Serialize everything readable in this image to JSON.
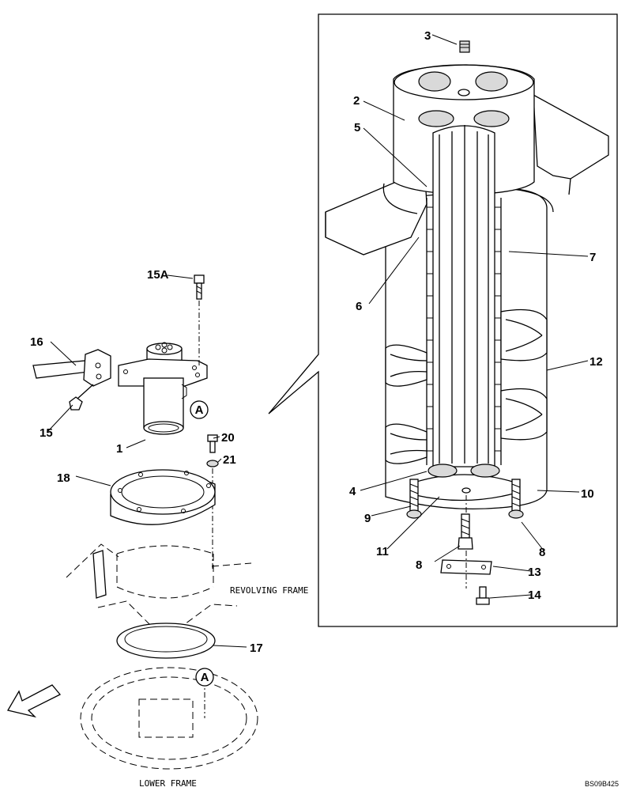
{
  "callouts": {
    "c1": "1",
    "c2": "2",
    "c3": "3",
    "c4": "4",
    "c5": "5",
    "c6": "6",
    "c7": "7",
    "c8a": "8",
    "c8b": "8",
    "c9": "9",
    "c10": "10",
    "c11": "11",
    "c12": "12",
    "c13": "13",
    "c14": "14",
    "c15": "15",
    "c15a": "15A",
    "c16": "16",
    "c17": "17",
    "c18": "18",
    "c20": "20",
    "c21": "21"
  },
  "markers": {
    "a_upper": "A",
    "a_lower": "A"
  },
  "captions": {
    "revolving_frame": "REVOLVING FRAME",
    "lower_frame": "LOWER FRAME"
  },
  "reference_code": "BS09B425"
}
